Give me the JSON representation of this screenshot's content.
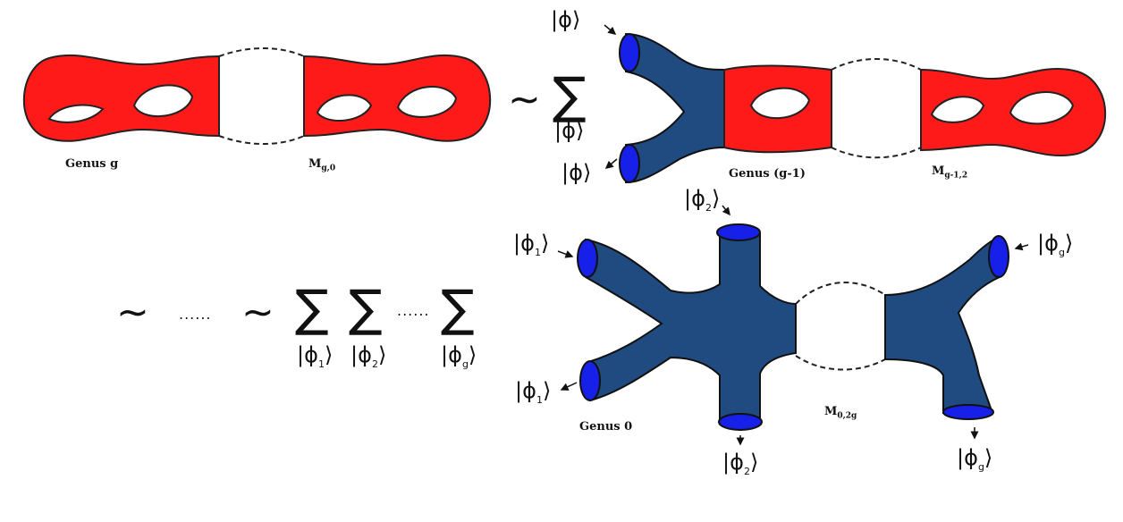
{
  "colors": {
    "red": "#ff1a1a",
    "blue": "#1f4b80",
    "cap": "#1620e8",
    "ink": "#111111"
  },
  "labels": {
    "genus_g": "Genus g",
    "m_g0_base": "M",
    "m_g0_sub": "g,0",
    "genus_g1": "Genus  (g-1)",
    "m_g12_base": "M",
    "m_g12_sub": "g-1,2",
    "genus_0": "Genus    0",
    "m_02g_base": "M",
    "m_02g_sub": "0,2g"
  },
  "symbols": {
    "tilde": "∼",
    "sigma": "∑",
    "dots": "......",
    "ket_left": "|",
    "ket_right": "⟩",
    "phi": "ϕ",
    "sub_1": "1",
    "sub_2": "2",
    "sub_g": "g"
  }
}
